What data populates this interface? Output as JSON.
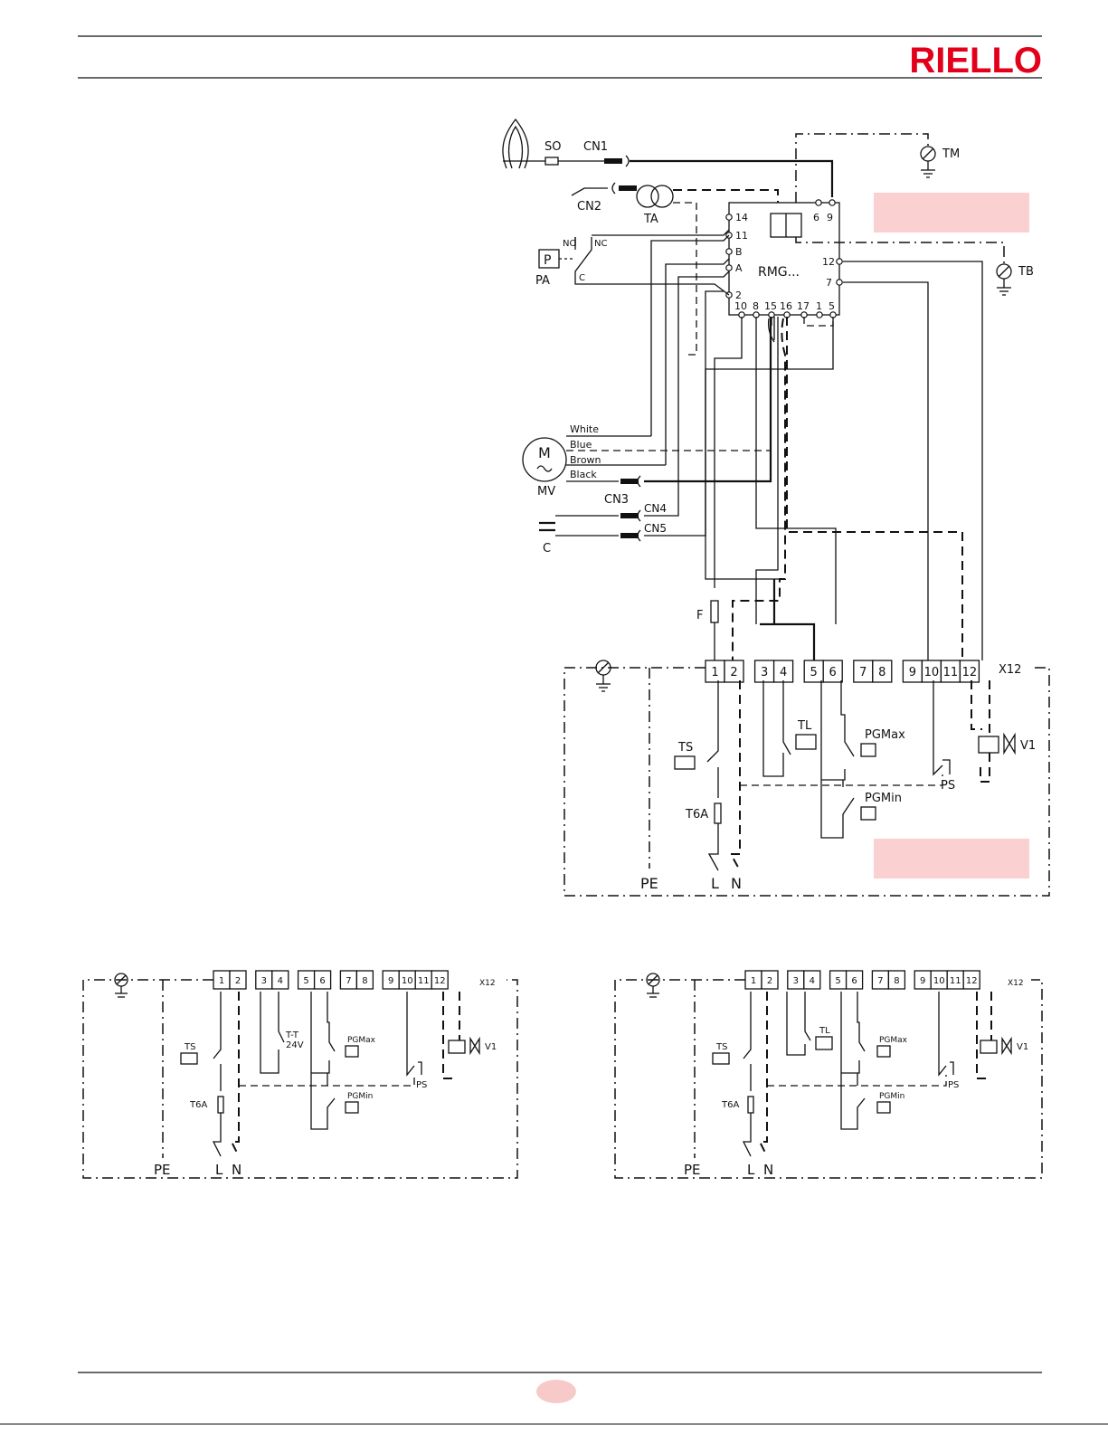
{
  "header": {
    "brand": "RIELLO",
    "brand_color": "#e3001b",
    "page_marker_color": "#f7c9c9"
  },
  "main_diagram": {
    "labels": {
      "so": "SO",
      "cn1": "CN1",
      "cn2": "CN2",
      "ta": "TA",
      "tm": "TM",
      "tb": "TB",
      "pa": "PA",
      "p": "P",
      "no": "NO",
      "nc": "NC",
      "c": "C",
      "rmg": "RMG...",
      "t14": "14",
      "t11": "11",
      "tB": "B",
      "tA": "A",
      "t2": "2",
      "t6": "6",
      "t9": "9",
      "t12": "12",
      "t7": "7",
      "b10": "10",
      "b8": "8",
      "b15": "15",
      "b16": "16",
      "b17": "17",
      "b1": "1",
      "b5": "5",
      "white": "White",
      "blue": "Blue",
      "brown": "Brown",
      "black": "Black",
      "m": "M",
      "mv": "MV",
      "cn3": "CN3",
      "cn4": "CN4",
      "cn5": "CN5",
      "cap": "C",
      "f": "F",
      "x12": "X12",
      "tl": "TL",
      "ts": "TS",
      "t6a": "T6A",
      "pgmax": "PGMax",
      "pgmin": "PGMin",
      "ps": "PS",
      "v1": "V1",
      "pe": "PE",
      "l": "L",
      "n": "N"
    },
    "terminals": [
      "1",
      "2",
      "3",
      "4",
      "5",
      "6",
      "7",
      "8",
      "9",
      "10",
      "11",
      "12"
    ]
  },
  "left_variant": {
    "labels": {
      "ts": "TS",
      "t6a": "T6A",
      "tt": "T-T",
      "v24": "24V",
      "pgmax": "PGMax",
      "pgmin": "PGMin",
      "ps": "PS",
      "v1": "V1",
      "x12": "X12",
      "pe": "PE",
      "l": "L",
      "n": "N"
    }
  },
  "right_variant": {
    "labels": {
      "ts": "TS",
      "t6a": "T6A",
      "tl": "TL",
      "pgmax": "PGMax",
      "pgmin": "PGMin",
      "ps": "PS",
      "v1": "V1",
      "x12": "X12",
      "pe": "PE",
      "l": "L",
      "n": "N"
    }
  },
  "icons": [
    "flame-icon",
    "earth-icon",
    "motor-icon",
    "transformer-icon",
    "capacitor-icon",
    "fuse-icon",
    "valve-icon",
    "pressure-switch-icon"
  ]
}
